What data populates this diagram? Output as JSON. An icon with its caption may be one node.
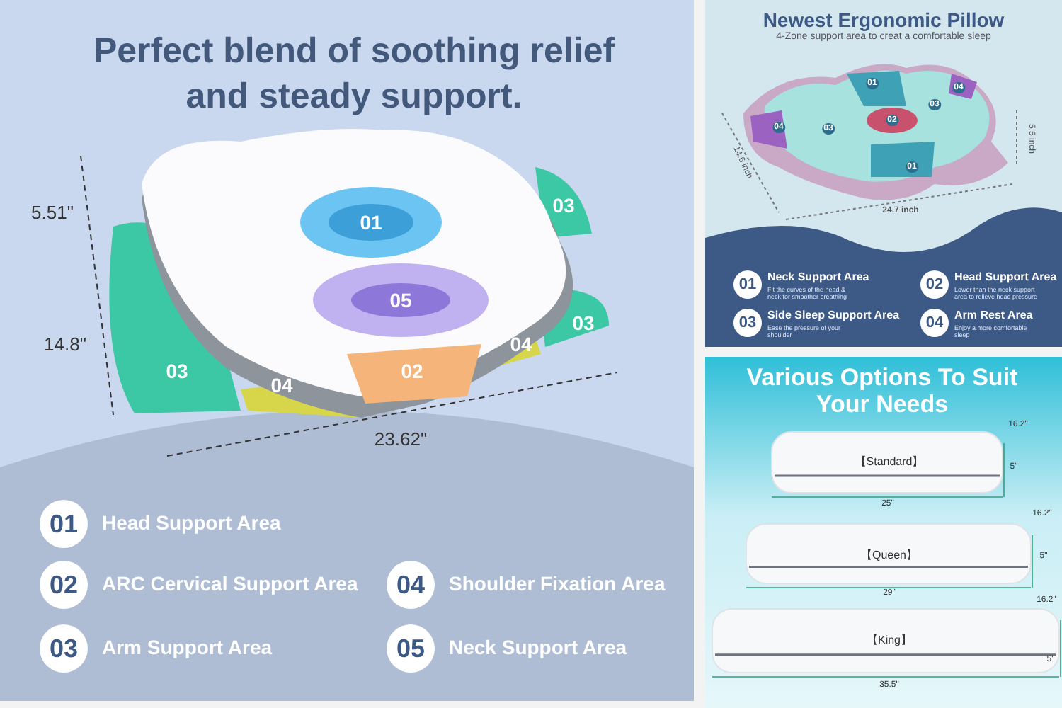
{
  "diagram": {
    "title": "Perfect blend of soothing relief and steady support.",
    "nodes": [
      {
        "text": [
          "01"
        ],
        "beside": [
          "Head Support Area"
        ]
      },
      {
        "text": [
          "02"
        ],
        "beside": [
          "ARC Cervical Support Area"
        ]
      },
      {
        "text": [
          "03"
        ],
        "beside": [
          "Arm Support Area"
        ]
      },
      {
        "text": [
          "04"
        ],
        "beside": [
          "Shoulder Fixation Area"
        ]
      },
      {
        "text": [
          "05"
        ],
        "beside": [
          "Neck Support Area"
        ]
      },
      {
        "text": [
          "01"
        ],
        "beside": [
          "Neck Support Area",
          "Fit the curves of the head & neck for smoother breathing"
        ]
      },
      {
        "text": [
          "02"
        ],
        "beside": [
          "Head Support Area",
          "Lower than the neck support area to relieve head pressure"
        ]
      },
      {
        "text": [
          "03"
        ],
        "beside": [
          "Side Sleep Support Area",
          "Ease the pressure of your shoulder"
        ]
      },
      {
        "text": [
          "04"
        ],
        "beside": [
          "Arm Rest Area",
          "Enjoy a more comfortable sleep"
        ]
      }
    ],
    "labels": [
      "03",
      "5.51\"",
      "01",
      "05",
      "03",
      "04",
      "14.8\"",
      "03",
      "04",
      "02",
      "23.62\"",
      "Newest Ergonomic Pillow",
      "4-Zone support area to creat a comfortable sleep",
      "01",
      "04",
      "03",
      "02",
      "04",
      "03",
      "01",
      "14.6 inch",
      "5.5 inch",
      "24.7 inch",
      "Various Options To Suit Your Needs",
      "16.2\"",
      "【Standard】",
      "5\"",
      "25\"",
      "16.2\"",
      "【Queen】",
      "5\"",
      "29\"",
      "16.2\"",
      "【King】",
      "5\"",
      "35.5\""
    ]
  }
}
